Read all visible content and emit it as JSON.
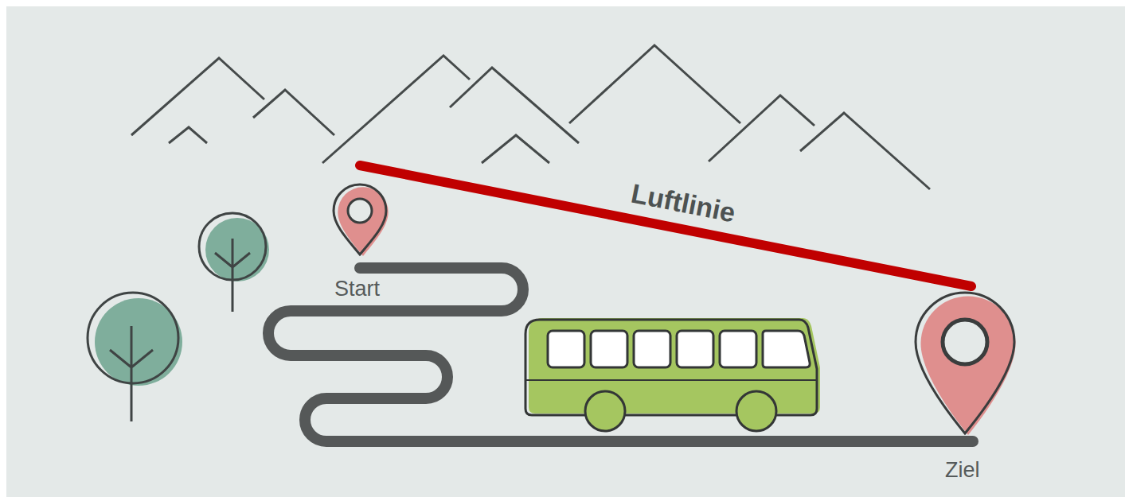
{
  "diagram": {
    "nodes": [
      {
        "text": [
          "Start"
        ]
      },
      {
        "text": [
          "Ziel"
        ]
      }
    ],
    "edges": [
      {
        "from": 0,
        "to": 1,
        "label": "Luftlinie",
        "arrow": "none"
      }
    ]
  }
}
